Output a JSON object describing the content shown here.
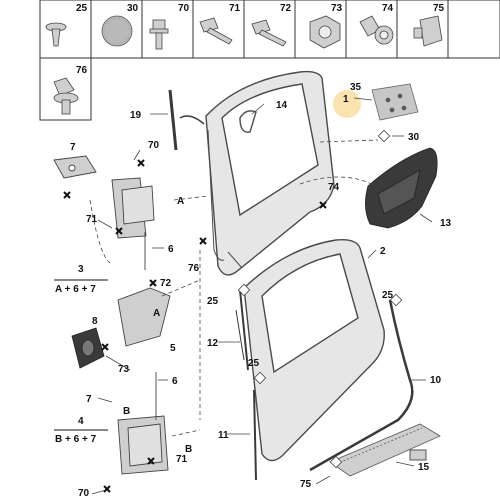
{
  "header_parts": [
    {
      "number": "25",
      "icon": "push-rivet-icon"
    },
    {
      "number": "30",
      "icon": "foam-pad-icon"
    },
    {
      "number": "70",
      "icon": "bolt-icon"
    },
    {
      "number": "71",
      "icon": "screw-icon"
    },
    {
      "number": "72",
      "icon": "screw-icon"
    },
    {
      "number": "73",
      "icon": "nut-icon"
    },
    {
      "number": "74",
      "icon": "clip-screw-icon"
    },
    {
      "number": "75",
      "icon": "clip-icon"
    },
    {
      "number": "76",
      "icon": "flange-bolt-icon"
    }
  ],
  "callouts": {
    "n1": "1",
    "n2": "2",
    "n6a": "6",
    "n6b": "6",
    "n7a": "7",
    "n7b": "7",
    "n8": "8",
    "n5": "5",
    "n10": "10",
    "n11": "11",
    "n12": "12",
    "n13": "13",
    "n14": "14",
    "n15": "15",
    "n19": "19",
    "n25a": "25",
    "n25b": "25",
    "n25c": "25",
    "n30": "30",
    "n35": "35",
    "n70a": "70",
    "n70b": "70",
    "n71a": "71",
    "n71b": "71",
    "n72": "72",
    "n73": "73",
    "n74": "74",
    "n75": "75",
    "n76": "76",
    "A1": "A",
    "A2": "A",
    "B1": "B",
    "B2": "B"
  },
  "formulas": {
    "f3_num": "3",
    "f3_expr": "A + 6 + 7",
    "f4_num": "4",
    "f4_expr": "B + 6 + 7"
  },
  "colors": {
    "highlight": "#fbe3b0",
    "panel": "#e6e6e6",
    "outline": "#4a4a4a",
    "dark_part": "#3a3a3a"
  }
}
